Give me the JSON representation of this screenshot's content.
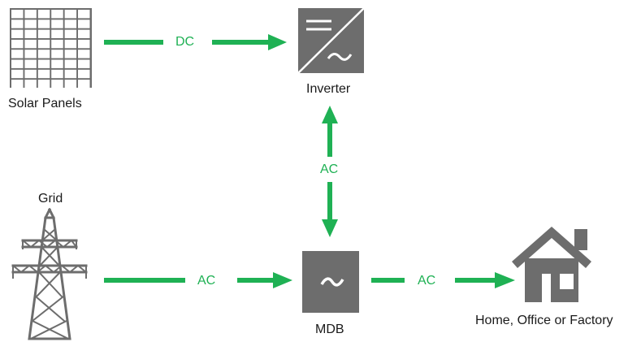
{
  "nodes": {
    "solar_panels": "Solar Panels",
    "inverter": "Inverter",
    "grid": "Grid",
    "mdb": "MDB",
    "home": "Home, Office or Factory"
  },
  "flows": {
    "solar_to_inverter": "DC",
    "inverter_mdb": "AC",
    "grid_to_mdb": "AC",
    "mdb_to_home": "AC"
  },
  "colors": {
    "arrow": "#1fb154",
    "icon": "#6d6d6d",
    "text": "#1a1a1a"
  }
}
